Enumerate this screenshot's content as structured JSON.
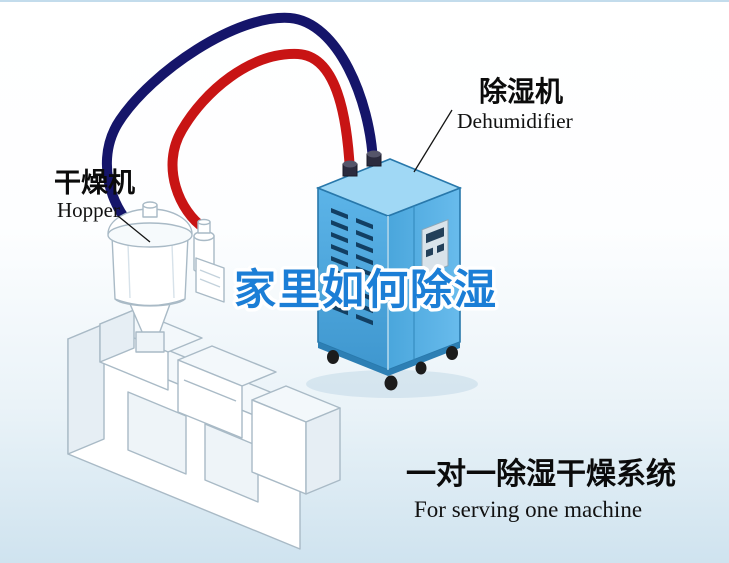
{
  "labels": {
    "hopper_cn": "干燥机",
    "hopper_en": "Hopper",
    "dehumidifier_cn": "除湿机",
    "dehumidifier_en": "Dehumidifier",
    "watermark": "家里如何除湿",
    "caption_cn": "一对一除湿干燥系统",
    "caption_en": "For serving one machine"
  },
  "colors": {
    "pipe_red": "#c81414",
    "pipe_navy": "#15156a",
    "dehumidifier_body": "#55b0e4",
    "dehumidifier_top": "#a0d8f5",
    "watermark_blue": "#1b7ed6",
    "background_bottom": "#cfe3ef"
  }
}
